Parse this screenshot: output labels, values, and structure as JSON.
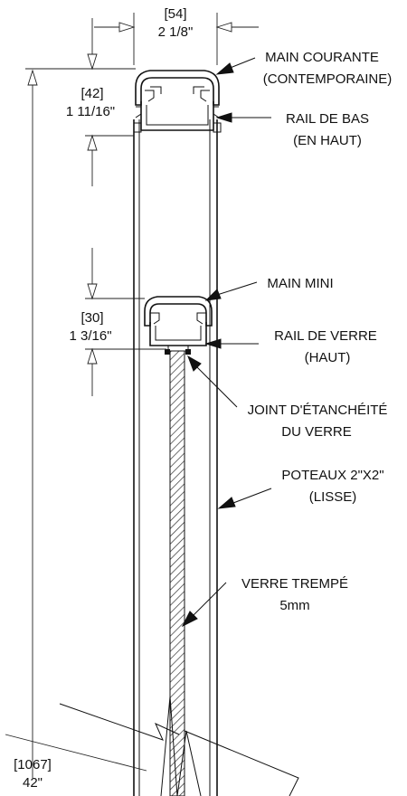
{
  "dimensions": {
    "width_mm": "[54]",
    "width_in": "2 1/8\"",
    "top_gap_mm": "[42]",
    "top_gap_in": "1 11/16\"",
    "mid_gap_mm": "[30]",
    "mid_gap_in": "1 3/16\"",
    "height_mm": "[1067]",
    "height_in": "42\""
  },
  "callouts": [
    {
      "key": "main_courante",
      "lines": [
        "MAIN COURANTE",
        "(CONTEMPORAINE)"
      ]
    },
    {
      "key": "rail_bas",
      "lines": [
        "RAIL DE BAS",
        "(EN HAUT)"
      ]
    },
    {
      "key": "main_mini",
      "lines": [
        "MAIN MINI"
      ]
    },
    {
      "key": "rail_verre",
      "lines": [
        "RAIL DE VERRE",
        "(HAUT)"
      ]
    },
    {
      "key": "joint",
      "lines": [
        "JOINT D'ÉTANCHÉITÉ",
        "DU VERRE"
      ]
    },
    {
      "key": "poteaux",
      "lines": [
        "POTEAUX 2\"X2\"",
        "(LISSE)"
      ]
    },
    {
      "key": "verre",
      "lines": [
        "VERRE TREMPÉ",
        "5mm"
      ]
    }
  ]
}
